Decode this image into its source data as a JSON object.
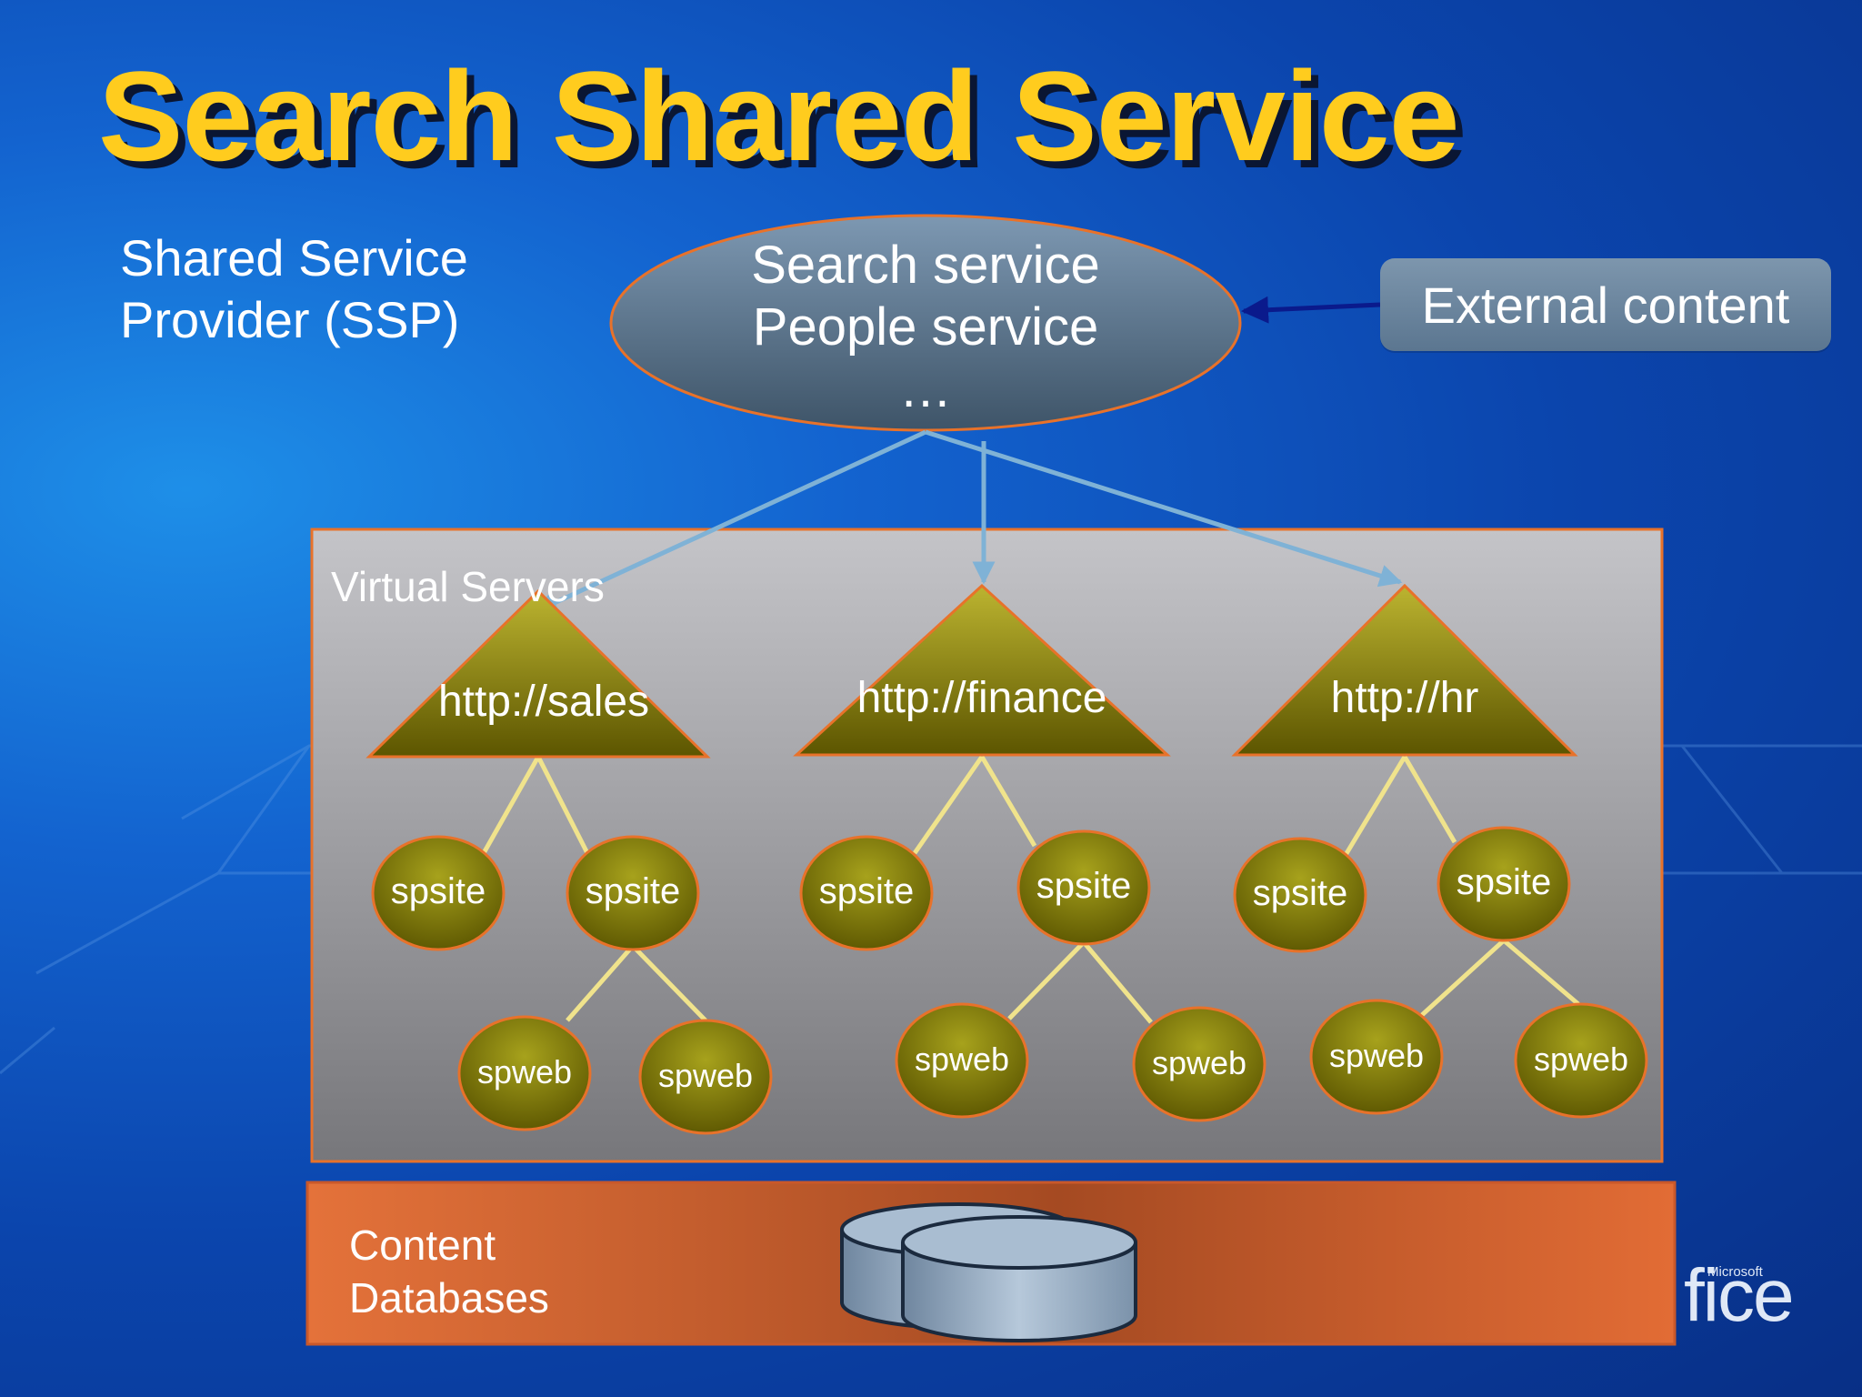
{
  "slide": {
    "title": "Search Shared Service"
  },
  "ssp": {
    "line1": "Shared Service",
    "line2": "Provider (SSP)"
  },
  "services": {
    "line1": "Search service",
    "line2": "People service",
    "line3": "…"
  },
  "external": {
    "label": "External content"
  },
  "virtual_servers": {
    "label": "Virtual Servers",
    "urls": [
      "http://sales",
      "http://finance",
      "http://hr"
    ]
  },
  "sites": {
    "spsite": "spsite",
    "spweb": "spweb"
  },
  "content_db": {
    "line1": "Content",
    "line2": "Databases"
  },
  "branding": {
    "logo_text": "fice",
    "logo_small": "Microsoft"
  },
  "colors": {
    "title": "#ffcc1e",
    "triangle": "#7d7800",
    "node_outline": "#e8722a",
    "connector": "#f0e38c",
    "arrow": "#7fb2d6",
    "db_band": "#d4602c"
  }
}
